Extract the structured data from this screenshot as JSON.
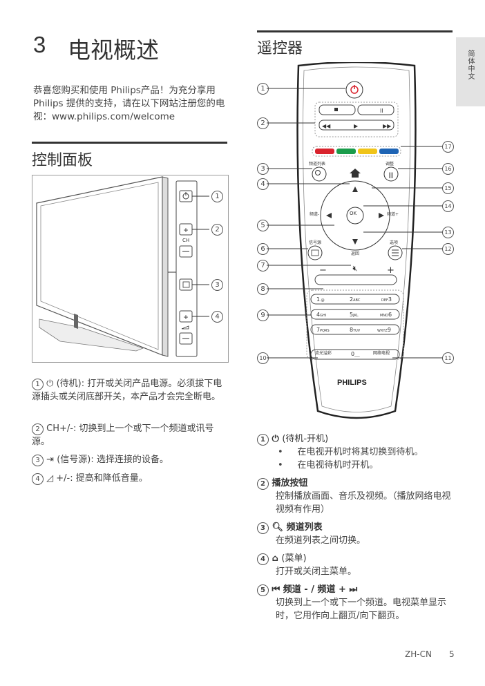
{
  "chapter": {
    "number": "3",
    "title": "电视概述"
  },
  "intro": "恭喜您购买和使用 Philips产品！为充分享用Philips 提供的支持，请在以下网站注册您的电视：www.philips.com/welcome",
  "side_tab": "简体中文",
  "control_panel": {
    "heading": "控制面板",
    "ch_label": "CH",
    "callouts": [
      "1",
      "2",
      "3",
      "4"
    ],
    "items": [
      {
        "num": "1",
        "text": "(待机): 打开或关闭产品电源。必须拔下电源插头或关闭底部开关，本产品才会完全断电。"
      },
      {
        "num": "2",
        "text": "CH+/-: 切换到上一个或下一个频道或讯号源。"
      },
      {
        "num": "3",
        "text": "(信号源): 选择连接的设备。"
      },
      {
        "num": "4",
        "text": "+/-: 提高和降低音量。"
      }
    ]
  },
  "remote": {
    "heading": "遥控器",
    "brand": "PHILIPS",
    "ok_label": "OK",
    "labels": {
      "channel_list": "频道列表",
      "adjust": "调整",
      "ch_minus": "频道-",
      "ch_plus": "频道+",
      "source": "信号源",
      "options": "选项",
      "back": "返回",
      "vol_minus": "−",
      "vol_plus": "+",
      "scene": "流光溢彩",
      "net_tv": "网络电视"
    },
    "keys": [
      {
        "main": "1",
        "sub": ".@"
      },
      {
        "main": "2",
        "sub": "ABC"
      },
      {
        "main": "3",
        "sub": "DEF"
      },
      {
        "main": "4",
        "sub": "GHI"
      },
      {
        "main": "5",
        "sub": "JKL"
      },
      {
        "main": "6",
        "sub": "MNO"
      },
      {
        "main": "7",
        "sub": "PQRS"
      },
      {
        "main": "8",
        "sub": "TUV"
      },
      {
        "main": "9",
        "sub": "WXYZ"
      },
      {
        "main": "0",
        "sub": "___"
      }
    ],
    "color_keys": [
      "#d9232d",
      "#1a9c4b",
      "#f0c419",
      "#1e64b4"
    ],
    "callouts_left": [
      "1",
      "2",
      "3",
      "4",
      "5",
      "6",
      "7",
      "8",
      "9",
      "10"
    ],
    "callouts_right": [
      "17",
      "16",
      "15",
      "14",
      "13",
      "12",
      "11"
    ]
  },
  "remote_items": [
    {
      "num": "1",
      "title": "(待机-开机)",
      "bullets": [
        "在电视开机时将其切换到待机。",
        "在电视待机时开机。"
      ]
    },
    {
      "num": "2",
      "title": "播放按钮",
      "text": "控制播放画面、音乐及视频。（播放网络电视视频有作用）"
    },
    {
      "num": "3",
      "title": "频道列表",
      "text": "在频道列表之间切换。"
    },
    {
      "num": "4",
      "title": "(菜单)",
      "text": "打开或关闭主菜单。"
    },
    {
      "num": "5",
      "title": "频道 - / 频道 +",
      "text": "切换到上一个或下一个频道。电视菜单显示时，它用作向上翻页/向下翻页。"
    }
  ],
  "footer": {
    "lang": "ZH-CN",
    "page": "5"
  }
}
